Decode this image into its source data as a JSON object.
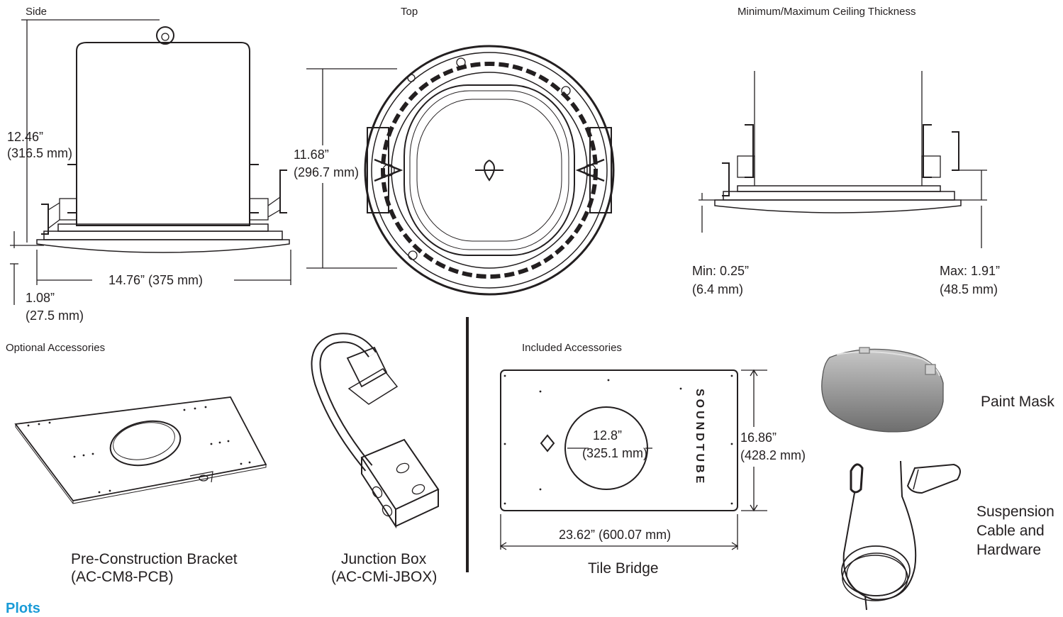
{
  "sections": {
    "side": "Side",
    "top": "Top",
    "ceiling": "Minimum/Maximum Ceiling Thickness",
    "optional": "Optional Accessories",
    "included": "Included Accessories"
  },
  "side_dims": {
    "height_in": "12.46”",
    "height_mm": "(316.5 mm)",
    "width": "14.76” (375 mm)",
    "lip_in": "1.08”",
    "lip_mm": "(27.5 mm)"
  },
  "top_dims": {
    "size_in": "11.68”",
    "size_mm": "(296.7 mm)"
  },
  "ceiling_dims": {
    "min_in": "Min: 0.25”",
    "min_mm": "(6.4 mm)",
    "max_in": "Max: 1.91”",
    "max_mm": "(48.5 mm)"
  },
  "accessories": {
    "pcb_name": "Pre-Construction Bracket",
    "pcb_code": "(AC-CM8-PCB)",
    "jbox_name": "Junction Box",
    "jbox_code": "(AC-CMi-JBOX)",
    "tile_name": "Tile Bridge",
    "tile_hole_in": "12.8”",
    "tile_hole_mm": "(325.1 mm)",
    "tile_h_in": "16.86”",
    "tile_h_mm": "(428.2 mm)",
    "tile_w": "23.62” (600.07 mm)",
    "tile_logo": "SOUNDTUBE",
    "paint_mask": "Paint Mask",
    "cable_1": "Suspension",
    "cable_2": "Cable and",
    "cable_3": "Hardware"
  },
  "footer": {
    "plots": "Plots"
  },
  "colors": {
    "line": "#231f20",
    "accent": "#1a9bd7",
    "mask_fill": "#9a9a9a"
  }
}
